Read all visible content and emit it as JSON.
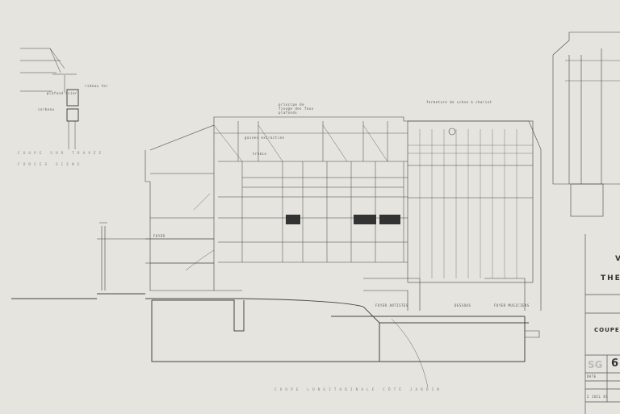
{
  "drawing": {
    "detail_captions": [
      "COUPE SUR TRAVÉE",
      "FORCES SCENE"
    ],
    "detail_notes": [
      "rideau fer",
      "plafond acier",
      "corbeau"
    ],
    "section_notes": [
      "principe de fixage des faux plafonds",
      "fermeture de scène à chariot",
      "gaines extraction",
      "trémie"
    ],
    "room_labels": [
      "FOYER",
      "FOYER ARTISTES",
      "FOYER MUSICIENS",
      "DESSOUS"
    ],
    "bottom_caption": "COUPE LONGITUDINALE CÔTÉ JARDIN"
  },
  "title_block": {
    "line1": "V",
    "line2": "THEA",
    "line3": "COUPE L",
    "code": "SG",
    "sheet": "6",
    "date_label": "DATE",
    "date": "2 JUIL 81"
  },
  "colors": {
    "paper": "#e5e4de",
    "ink": "#333333"
  }
}
